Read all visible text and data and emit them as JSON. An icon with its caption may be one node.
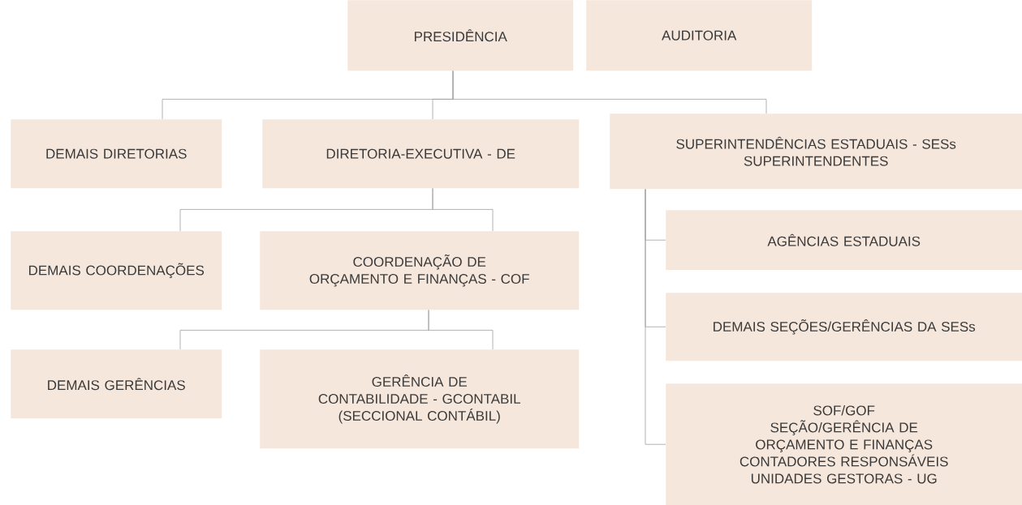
{
  "diagram": {
    "nodes": [
      {
        "text": [
          "PRESIDÊNCIA"
        ]
      },
      {
        "text": [
          "AUDITORIA"
        ]
      },
      {
        "text": [
          "DEMAIS DIRETORIAS"
        ]
      },
      {
        "text": [
          "DIRETORIA-EXECUTIVA - DE"
        ]
      },
      {
        "text": [
          "SUPERINTENDÊNCIAS ESTADUAIS - SESs",
          "SUPERINTENDENTES"
        ]
      },
      {
        "text": [
          "DEMAIS COORDENAÇÕES"
        ]
      },
      {
        "text": [
          "COORDENAÇÃO DE ORÇAMENTO E FINANÇAS - COF"
        ]
      },
      {
        "text": [
          "DEMAIS GERÊNCIAS"
        ]
      },
      {
        "text": [
          "GERÊNCIA DE CONTABILIDADE - GCONTABIL",
          "(SECCIONAL CONTÁBIL)"
        ]
      },
      {
        "text": [
          "AGÊNCIAS ESTADUAIS"
        ]
      },
      {
        "text": [
          "DEMAIS SEÇÕES/GERÊNCIAS DA SESs"
        ]
      },
      {
        "text": [
          "SOF/GOF",
          "SEÇÃO/GERÊNCIA DE ORÇAMENTO E FINANÇAS",
          "CONTADORES RESPONSÁVEIS",
          "UNIDADES GESTORAS - UG"
        ]
      }
    ],
    "edges": [
      {
        "from": 0,
        "to": 2,
        "arrow": "none"
      },
      {
        "from": 0,
        "to": 3,
        "arrow": "none"
      },
      {
        "from": 0,
        "to": 4,
        "arrow": "none"
      },
      {
        "from": 3,
        "to": 5,
        "arrow": "none"
      },
      {
        "from": 3,
        "to": 6,
        "arrow": "none"
      },
      {
        "from": 6,
        "to": 7,
        "arrow": "none"
      },
      {
        "from": 6,
        "to": 8,
        "arrow": "none"
      },
      {
        "from": 4,
        "to": 9,
        "arrow": "none"
      },
      {
        "from": 4,
        "to": 10,
        "arrow": "none"
      },
      {
        "from": 4,
        "to": 11,
        "arrow": "none"
      }
    ]
  }
}
